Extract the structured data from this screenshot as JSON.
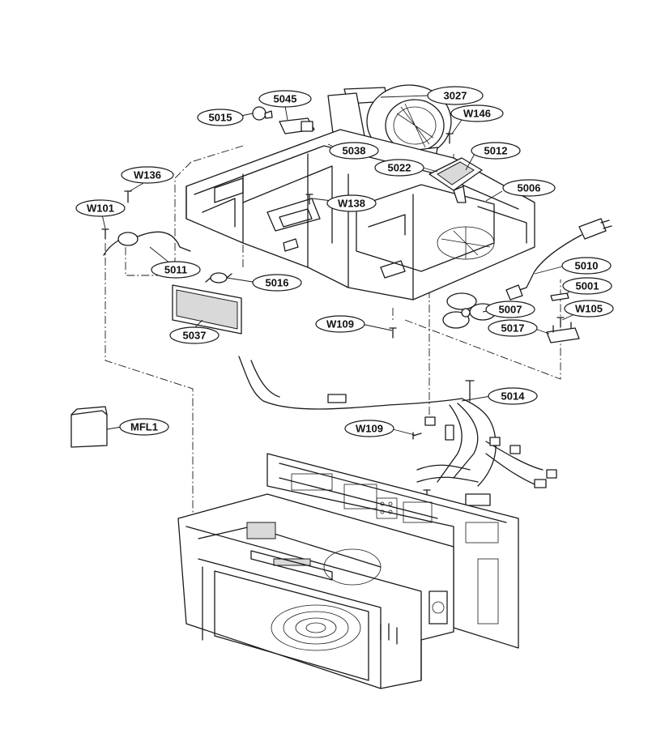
{
  "parts": {
    "p3027": "3027",
    "p5045": "5045",
    "p5015": "5015",
    "pW146": "W146",
    "p5038": "5038",
    "p5012": "5012",
    "p5022": "5022",
    "pW136": "W136",
    "p5006": "5006",
    "pW138": "W138",
    "pW101": "W101",
    "p5011": "5011",
    "p5010": "5010",
    "p5016": "5016",
    "p5001": "5001",
    "p5007": "5007",
    "pW105": "W105",
    "pW109a": "W109",
    "p5017": "5017",
    "p5037": "5037",
    "p5014": "5014",
    "pMFL1": "MFL1",
    "pW109b": "W109"
  }
}
